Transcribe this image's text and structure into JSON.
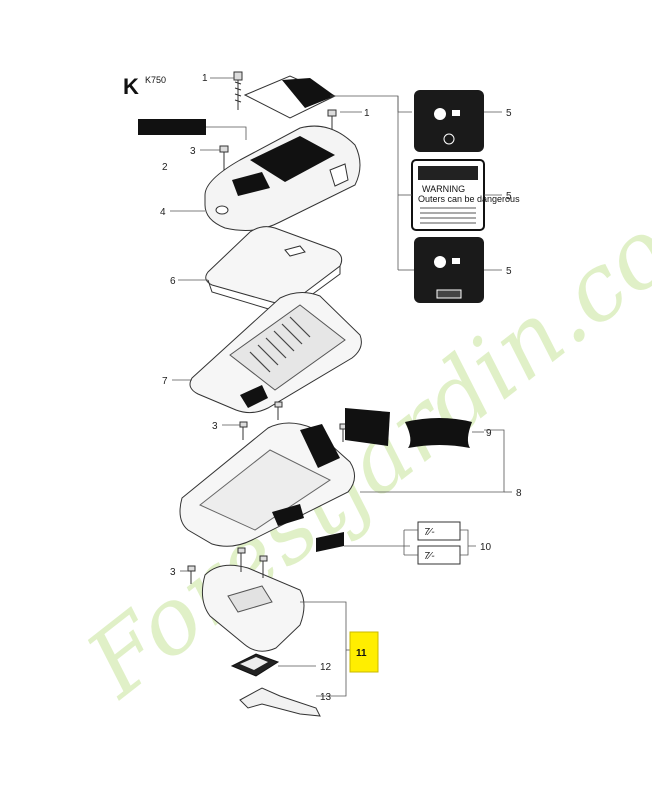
{
  "diagram": {
    "section_letter": "K",
    "model": "K750",
    "highlight_color": "#ffee00",
    "callouts": [
      {
        "id": "c1a",
        "text": "1"
      },
      {
        "id": "c1b",
        "text": "1"
      },
      {
        "id": "c2",
        "text": "2"
      },
      {
        "id": "c3a",
        "text": "3"
      },
      {
        "id": "c4",
        "text": "4"
      },
      {
        "id": "c5a",
        "text": "5"
      },
      {
        "id": "c5b",
        "text": "5"
      },
      {
        "id": "c5c",
        "text": "5"
      },
      {
        "id": "c6",
        "text": "6"
      },
      {
        "id": "c7",
        "text": "7"
      },
      {
        "id": "c3b",
        "text": "3"
      },
      {
        "id": "c9",
        "text": "9"
      },
      {
        "id": "c8",
        "text": "8"
      },
      {
        "id": "c10",
        "text": "10"
      },
      {
        "id": "c3c",
        "text": "3"
      },
      {
        "id": "c11",
        "text": "11"
      },
      {
        "id": "c12",
        "text": "12"
      },
      {
        "id": "c13",
        "text": "13"
      }
    ],
    "warning_decal": {
      "line1": "WARNING",
      "line2": "Outers can be dangerous"
    },
    "watermark": "Forestjardin.com"
  }
}
